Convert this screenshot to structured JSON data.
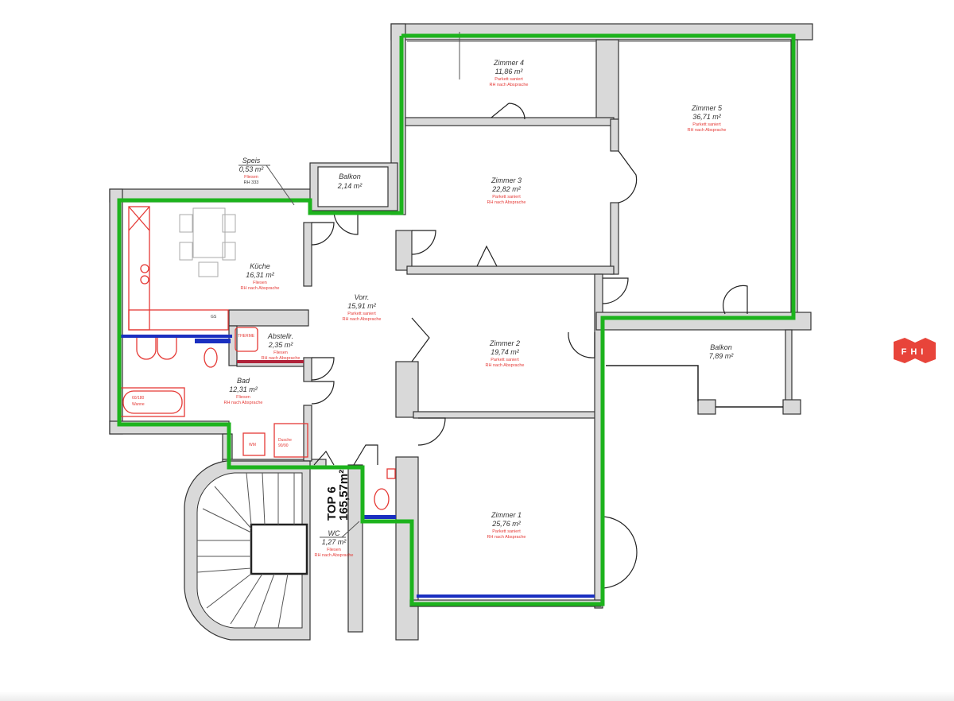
{
  "plan": {
    "unit_label": "TOP 6",
    "total_area": "165,57m²",
    "rooms": [
      {
        "name": "Zimmer 4",
        "area": "11,86 m²",
        "floor": "Parkett saniert",
        "note": "RH nach Absprache"
      },
      {
        "name": "Zimmer 5",
        "area": "36,71 m²",
        "floor": "Parkett saniert",
        "note": "RH nach Absprache"
      },
      {
        "name": "Zimmer 3",
        "area": "22,82 m²",
        "floor": "Parkett saniert",
        "note": "RH nach Absprache"
      },
      {
        "name": "Speis",
        "area": "0,53 m²",
        "floor": "Fliesen",
        "note": "RH 333"
      },
      {
        "name": "Balkon",
        "area": "2,14 m²"
      },
      {
        "name": "Küche",
        "area": "16,31 m²",
        "floor": "Fliesen",
        "note": "RH nach Absprache"
      },
      {
        "name": "Vorr.",
        "area": "15,91 m²",
        "floor": "Parkett saniert",
        "note": "RH nach Absprache"
      },
      {
        "name": "Abstellr.",
        "area": "2,35 m²",
        "floor": "Fliesen",
        "note": "RH nach Absprache"
      },
      {
        "name": "Zimmer 2",
        "area": "19,74 m²",
        "floor": "Parkett saniert",
        "note": "RH nach Absprache"
      },
      {
        "name": "Balkon",
        "area": "7,89 m²"
      },
      {
        "name": "Bad",
        "area": "12,31 m²",
        "floor": "Fliesen",
        "note": "RH nach Absprache"
      },
      {
        "name": "Zimmer 1",
        "area": "25,76 m²",
        "floor": "Parkett saniert",
        "note": "RH nach Absprache"
      },
      {
        "name": "WC",
        "area": "1,27 m²",
        "floor": "Fliesen",
        "note": "RH nach Absprache"
      }
    ],
    "fixtures": {
      "therme": "THERME",
      "gs": "GS",
      "tub": "60/180",
      "tub_label": "Wanne",
      "shower": "Dusche",
      "shower_size": "90/90",
      "wm": "WM"
    },
    "colors": {
      "outline": "#1db31d",
      "fixtures": "#e53935",
      "walls": "#d9d9d9",
      "logo": "#e8443a"
    }
  },
  "logo": {
    "text": "FHI"
  }
}
